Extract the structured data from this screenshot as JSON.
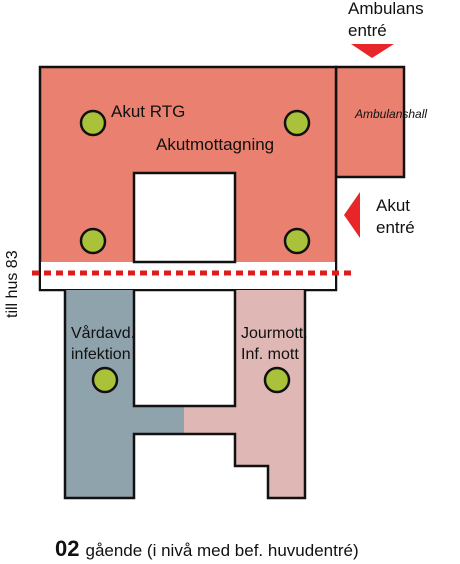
{
  "labels": {
    "ambulans_entre_line1": "Ambulans",
    "ambulans_entre_line2": "entré",
    "ambulanshall": "Ambulanshall",
    "akut_rtg": "Akut RTG",
    "akutmottagning": "Akutmottagning",
    "akut_entre_line1": "Akut",
    "akut_entre_line2": "entré",
    "till_hus": "till hus 83",
    "vardavd_line1": "Vårdavd.",
    "vardavd_line2": "infektion",
    "jourmott_line1": "Jourmott.",
    "jourmott_line2": "Inf. mott"
  },
  "caption": {
    "floor": "02",
    "text": "gående (i nivå med bef. huvudentré)"
  },
  "colors": {
    "akutmottagning": "#ea8070",
    "vardavd": "#8fa3ad",
    "jourmott": "#dfb7b4",
    "marker": "#a9c23a",
    "arrow": "#e8262a",
    "dotted_line": "#e01b1b"
  }
}
